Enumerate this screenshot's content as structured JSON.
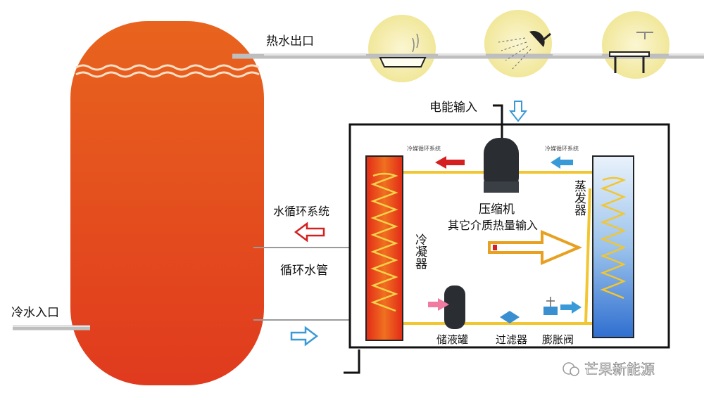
{
  "labels": {
    "hot_water_outlet": "热水出口",
    "electric_input": "电能输入",
    "water_circulation_system": "水循环系统",
    "circulation_pipe": "循环水管",
    "cold_water_inlet": "冷水入口",
    "condenser": "冷凝器",
    "compressor": "压缩机",
    "other_heat_input": "其它介质热量输入",
    "evaporator": "蒸发器",
    "liquid_tank": "储液罐",
    "filter": "过滤器",
    "expansion_valve": "膨胀阀",
    "refrigerant_loop_left": "冷媒循环系统",
    "refrigerant_loop_right": "冷媒循环系统"
  },
  "watermark": {
    "brand": "芒果新能源"
  },
  "colors": {
    "tank_top": "#E8641E",
    "tank_bottom": "#E03A1E",
    "pipe_yellow": "#F2C630",
    "condenser_red": "#E02A1A",
    "evaporator_blue": "#2F6FD0",
    "arrow_red": "#D42020",
    "arrow_blue": "#3A9AD8",
    "arrow_pink": "#F07AA0",
    "icon_circle": "#F8EFB0"
  },
  "icons": [
    "washbasin-icon",
    "shower-icon",
    "faucet-sink-icon"
  ]
}
